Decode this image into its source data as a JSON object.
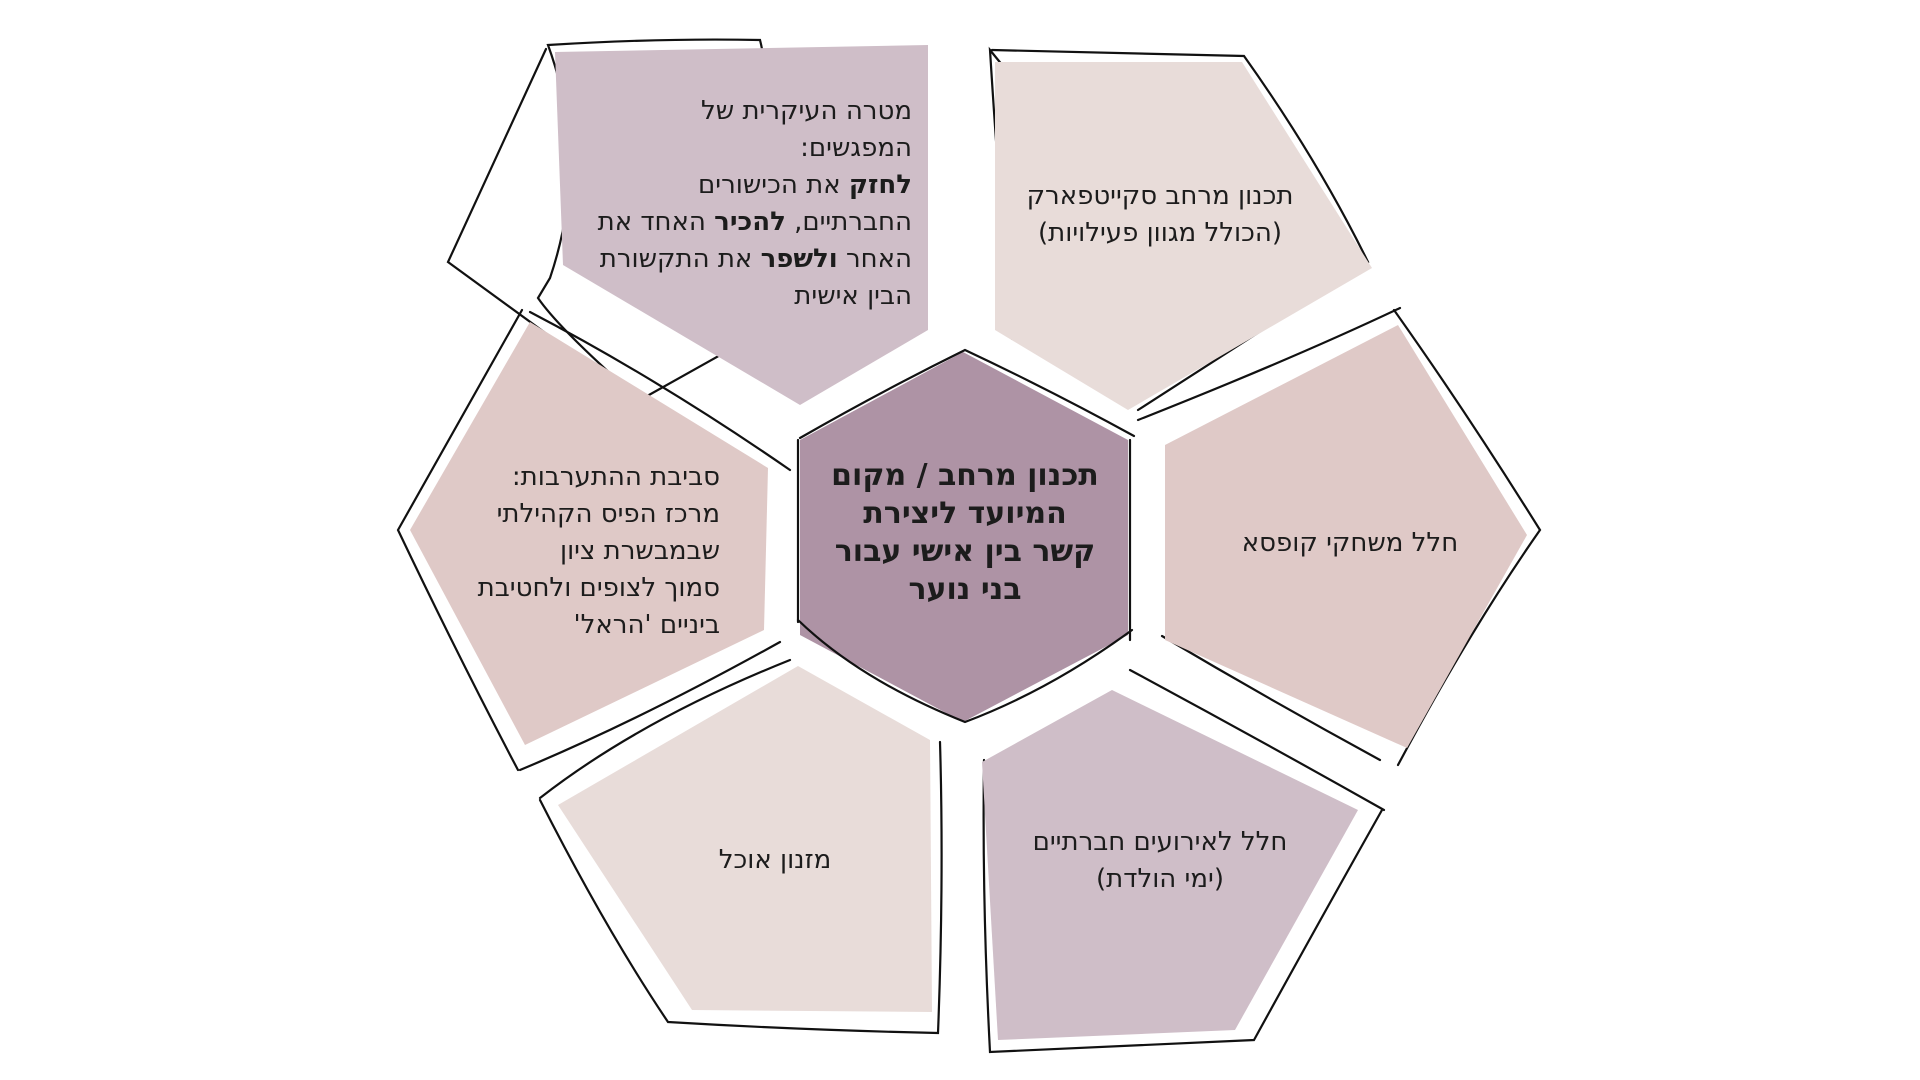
{
  "colors": {
    "center": "#ae93a5",
    "mauve": "#cfbec8",
    "light": "#e8dcd9",
    "rose": "#dfc9c7",
    "outline": "#111111"
  },
  "center": {
    "lines": [
      "תכנון מרחב / מקום",
      "המיועד ליצירת",
      "קשר בין אישי עבור",
      "בני נוער"
    ]
  },
  "segments": {
    "goal": {
      "title_line1": "מטרה העיקרית של",
      "title_line2": "המפגשים:",
      "l3_bold": "לחזק",
      "l3_rest": " את הכישורים",
      "l4_pre": "החברתיים, ",
      "l4_bold": "להכיר",
      "l4_rest": " האחד את",
      "l5_pre": "האחר ",
      "l5_bold": "ולשפר",
      "l5_rest": " את התקשורת",
      "l6": "הבין אישית"
    },
    "skatepark": {
      "line1": "תכנון מרחב סקייטפארק",
      "line2": "(הכולל מגוון פעילויות)"
    },
    "boardgames": {
      "line1": "חלל משחקי קופסא"
    },
    "events": {
      "line1": "חלל לאירועים חברתיים",
      "line2": "(ימי הולדת)"
    },
    "food": {
      "line1": "מזנון אוכל"
    },
    "environment": {
      "line1": "סביבת ההתערבות:",
      "line2": "מרכז הפיס הקהילתי",
      "line3": "שבמבשרת ציון",
      "line4": "סמוך לצופים ולחטיבת",
      "line5": "ביניים 'הראל'"
    }
  }
}
